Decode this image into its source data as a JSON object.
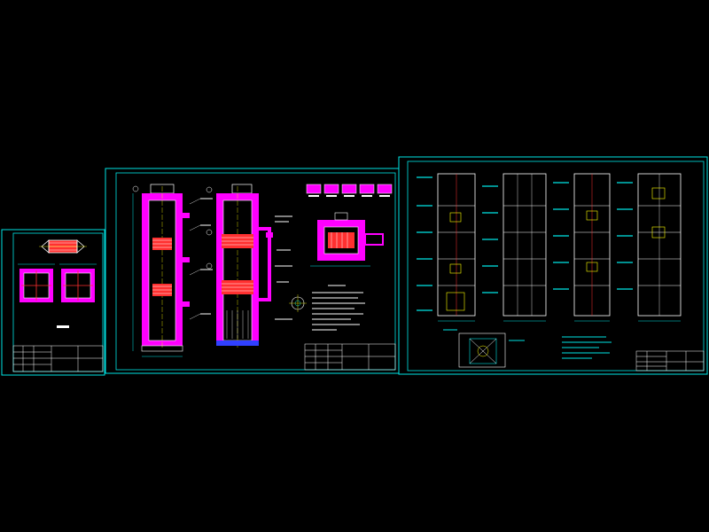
{
  "drawing": {
    "colors": {
      "background": "#000000",
      "frame": "#00e5e5",
      "refractory": "#ff00ff",
      "detail_white": "#ffffff",
      "detail_red": "#ff3030",
      "detail_yellow": "#ffff00",
      "detail_blue": "#3040ff"
    },
    "sheets": [
      {
        "id": "sheet-1"
      },
      {
        "id": "sheet-2"
      },
      {
        "id": "sheet-3"
      }
    ]
  }
}
